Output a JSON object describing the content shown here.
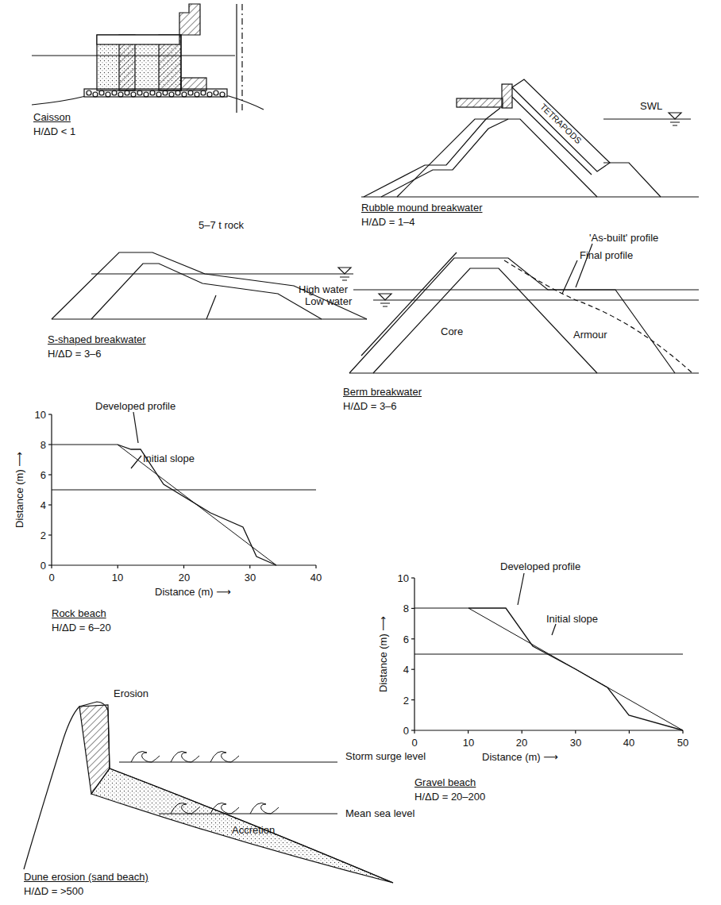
{
  "diagram": {
    "labels": [
      "Caisson",
      "H/ΔD < 1",
      "TETRAPODS",
      "SWL",
      "Rubble mound breakwater",
      "H/ΔD = 1–4",
      "5–7 t rock",
      "S-shaped breakwater",
      "H/ΔD = 3–6",
      "'As-built' profile",
      "Final profile",
      "High water",
      "Low water",
      "Core",
      "Armour",
      "Berm breakwater",
      "H/ΔD = 3–6",
      "10",
      "8",
      "6",
      "4",
      "2",
      "0",
      "Distance (m) ⟶",
      "0",
      "10",
      "20",
      "30",
      "40",
      "Distance (m) ⟶",
      "Developed profile",
      "Initial slope",
      "Rock beach",
      "H/ΔD = 6–20",
      "10",
      "8",
      "6",
      "4",
      "2",
      "0",
      "Distance (m) ⟶",
      "0",
      "10",
      "20",
      "30",
      "40",
      "50",
      "Distance (m) ⟶",
      "Developed profile",
      "Initial slope",
      "Gravel beach",
      "H/ΔD = 20–200",
      "Erosion",
      "Storm surge level",
      "Mean sea level",
      "Accretion",
      "Dune erosion (sand beach)",
      "H/ΔD = >500"
    ]
  }
}
